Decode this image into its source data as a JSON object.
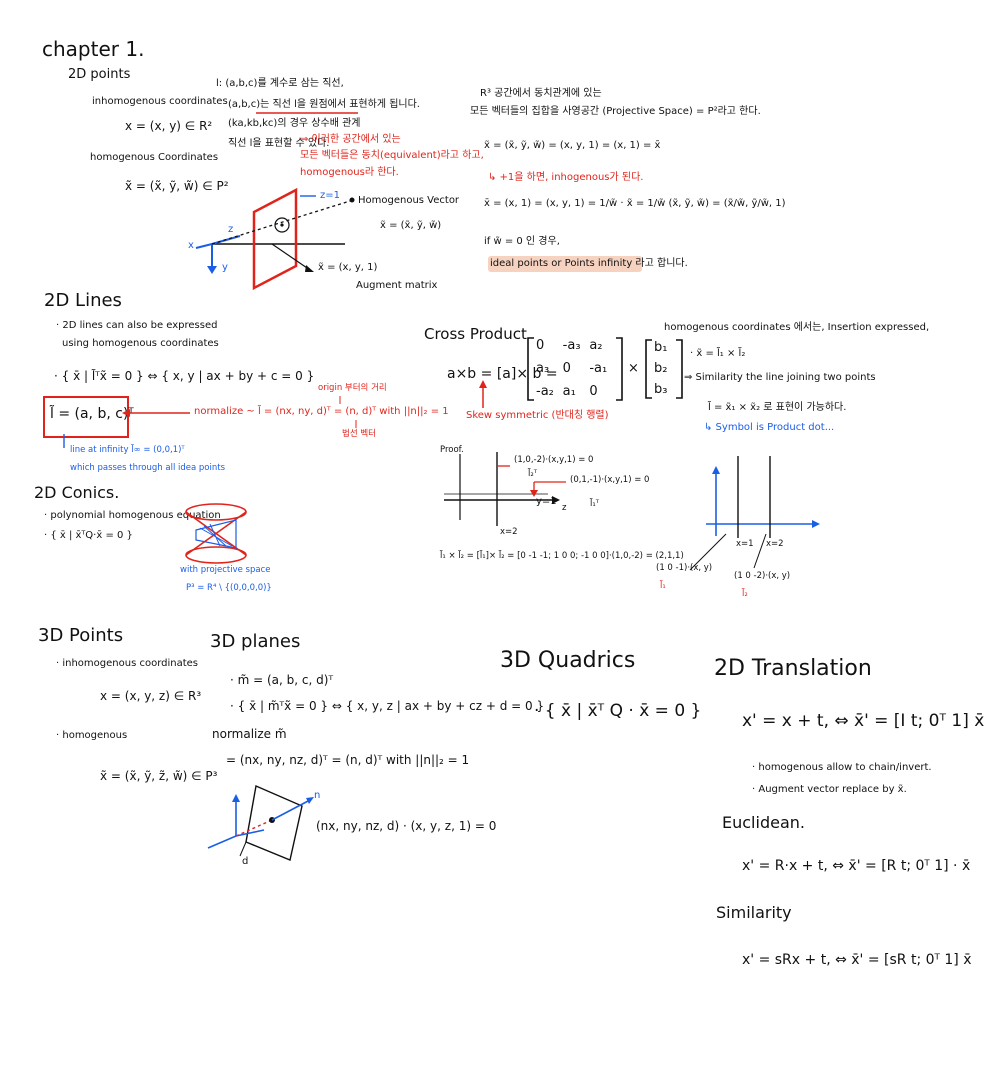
{
  "chapter": {
    "title": "chapter 1."
  },
  "points2d": {
    "heading": "2D points",
    "inhom_label": "inhomogenous coordinates",
    "inhom_eq": "x = (x, y) ∈ R²",
    "hom_label": "homogenous Coordinates",
    "hom_eq": "x̃ = (x̃, ỹ, w̃) ∈ P²"
  },
  "lnote": {
    "line1": "l: (a,b,c)를 계수로 삼는 직선,",
    "line2": "(a,b,c)는 직선 l을 원점에서 표현하게 됩니다.",
    "line3": "(ka,kb,kc)의 경우 상수배 관계",
    "line4": "직선 l을 표현할 수 있다.",
    "red1": "⇒ 이러한 공간에서 있는",
    "red2": "모든 벡터들은 동치(equivalent)라고 하고,",
    "red3": "homogenous라 한다."
  },
  "fig1": {
    "z1": "z=1",
    "hv_label": "Homogenous Vector",
    "hv_eq": "x̃ = (x̃, ỹ, w̃)",
    "aug_eq": "x̃ = (x, y, 1)",
    "aug_label": "Augment matrix",
    "ax_x": "x",
    "ax_y": "y",
    "ax_z": "z"
  },
  "r3": {
    "line1": "R³ 공간에서 동치관계에 있는",
    "line2": "모든 벡터들의 집합을 사영공간 (Projective Space) = P²라고 한다.",
    "eq1": "x̃ = (x̃, ỹ, w̃) = (x, y, 1) = (x, 1) = x̄",
    "red1": "↳ +1을 하면, inhogenous가 된다.",
    "eq2": "x̄ = (x, 1) = (x, y, 1) = 1/w̃ · x̃ = 1/w̃ (x̃, ỹ, w̃) = (x̃/w̃, ỹ/w̃, 1)",
    "note1": "if w̃ = 0 인 경우,",
    "note2": "ideal points or Points infinity 라고 합니다."
  },
  "lines2d": {
    "heading": "2D Lines",
    "b1": "· 2D lines can also be expressed",
    "b2": "using homogenous coordinates",
    "eq": "· { x̄ | l̃ᵀx̃ = 0 } ⇔ { x, y | ax + by + c = 0 }",
    "boxed": "l̃ = (a, b, c)ᵀ",
    "normalize": "normalize ~ l̃ = (nx, ny, d)ᵀ = (n, d)ᵀ with ||n||₂ = 1",
    "origin": "origin 부터의 거리",
    "unit": "법선 벡터",
    "inf1": "line at infinity l̃∞ = (0,0,1)ᵀ",
    "inf2": "which passes through all idea points"
  },
  "conics": {
    "heading": "2D Conics.",
    "b1": "· polynomial homogenous equation",
    "eq": "· { x̄ | x̄ᵀQ·x̄ = 0 }",
    "proj1": "with projective space",
    "proj2": "P³ = R⁴ \\ {(0,0,0,0)}"
  },
  "cross": {
    "heading": "Cross Product",
    "eq_lhs": "a×b = [a]× b =",
    "matrix": [
      [
        "0",
        "-a₃",
        "a₂"
      ],
      [
        "a₃",
        "0",
        "-a₁"
      ],
      [
        "-a₂",
        "a₁",
        "0"
      ]
    ],
    "vec": [
      "b₁",
      "b₂",
      "b₃"
    ],
    "skew": "Skew symmetric (반대칭 행렬)",
    "plot_label": "Proof.",
    "eq_top": "(1,0,-2)·(x,y,1) = 0",
    "l2": "l̃₂ᵀ",
    "eq_mid": "(0,1,-1)·(x,y,1) = 0",
    "l1": "l̃₁ᵀ",
    "y1": "y=1",
    "x2": "x=2",
    "ax_z": "z",
    "bottom": "l̃₁ × l̃₂ = [l̃₁]× l̃₂ = [0 -1 -1; 1 0 0; -1 0 0]·(1,0,-2) = (2,1,1)"
  },
  "homcross": {
    "line1": "homogenous coordinates 에서는, Insertion expressed,",
    "eq1": "· x̃ = l̃₁ × l̃₂",
    "line2": "⇒ Similarity the line joining two points",
    "eq2": "l̃ = x̃₁ × x̃₂ 로 표현이 가능하다.",
    "note": "↳ Symbol is Product dot...",
    "x1": "x=1",
    "x2": "x=2",
    "lab1": "(1 0 -1)·(x, y)",
    "lab1b": "l̃₁",
    "lab2": "(1 0 -2)·(x, y)",
    "lab2b": "l̃₂"
  },
  "points3d": {
    "heading": "3D Points",
    "inhom_label": "· inhomogenous coordinates",
    "inhom_eq": "x = (x, y, z) ∈ R³",
    "hom_label": "· homogenous",
    "hom_eq": "x̃ = (x̃, ỹ, z̃, w̃) ∈ P³"
  },
  "planes3d": {
    "heading": "3D planes",
    "m": "· m̃ = (a, b, c, d)ᵀ",
    "eq": "· { x̄ | m̃ᵀx̃ = 0 } ⇔ { x, y, z | ax + by + cz + d = 0 }",
    "normalize": "normalize m̃",
    "eq2": "= (nx, ny, nz, d)ᵀ = (n, d)ᵀ with ||n||₂ = 1",
    "dot": "(nx, ny, nz, d) · (x, y, z, 1) = 0",
    "n": "n",
    "d": "d"
  },
  "quadrics": {
    "heading": "3D Quadrics",
    "eq": "· { x̄ | x̄ᵀ Q · x̄ = 0 }"
  },
  "translation": {
    "heading": "2D Translation",
    "eq": "x' = x + t, ⇔ x̄' = [I t; 0ᵀ 1] x̄",
    "b1": "· homogenous allow to chain/invert.",
    "b2": "· Augment vector replace by x̃.",
    "eu_heading": "Euclidean.",
    "eu_eq": "x' = R·x + t, ⇔ x̄' = [R t; 0ᵀ 1] · x̄",
    "sim_heading": "Similarity",
    "sim_eq": "x' = sRx + t, ⇔ x̄' = [sR t; 0ᵀ 1] x̄"
  },
  "colors": {
    "red": "#e0241b",
    "blue": "#1b5ee6",
    "highlight": "#f6d3c0",
    "ink": "#111111"
  }
}
